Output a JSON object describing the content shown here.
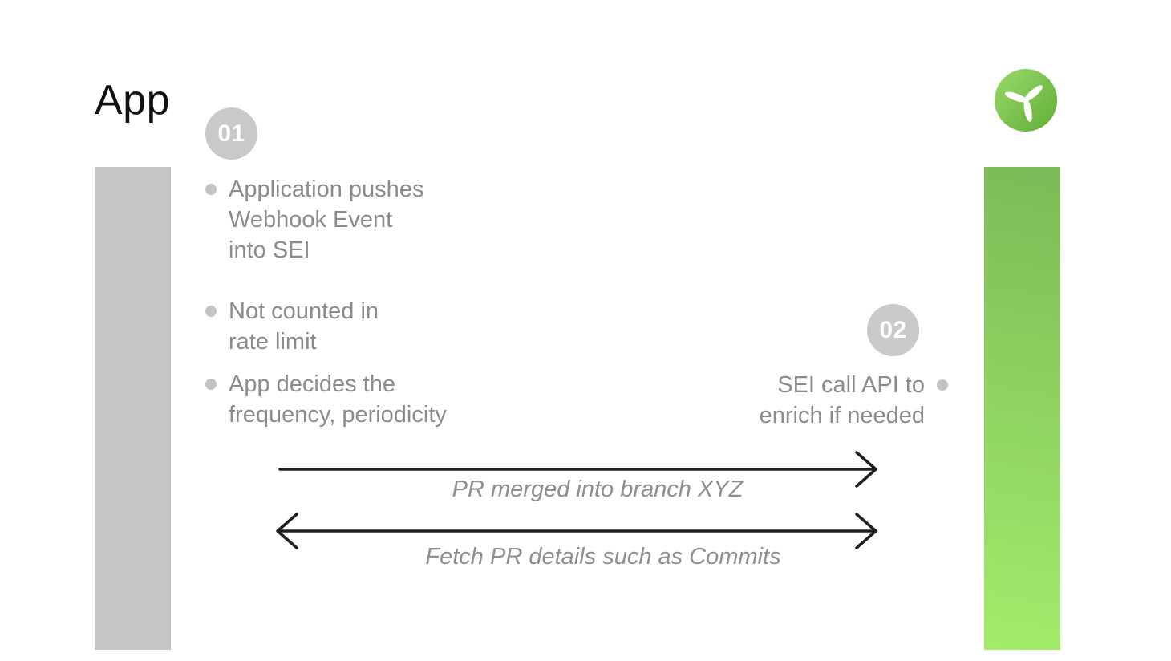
{
  "title": "App",
  "logo": {
    "icon": "propeller-logo"
  },
  "colors": {
    "title_text": "#111111",
    "gray_bar": "#c5c5c5",
    "green_bar_top": "#7cba57",
    "green_bar_bottom": "#a3ec6b",
    "logo_green_light": "#9ada6a",
    "logo_green_dark": "#5fae35",
    "badge_bg": "#c9c9c9",
    "badge_text": "#ffffff",
    "body_text": "#8b8b8b",
    "arrow_stroke": "#1f1f1f",
    "label_text": "#8f8f8f"
  },
  "step1": {
    "badge": "01",
    "bullets": [
      "Application pushes\nWebhook Event\ninto SEI",
      "Not counted in\nrate limit",
      "App decides the\nfrequency, periodicity"
    ]
  },
  "step2": {
    "badge": "02",
    "bullet": "SEI call API to\nenrich if needed"
  },
  "arrows": [
    {
      "label": "PR merged into branch XYZ",
      "direction": "right"
    },
    {
      "label": "Fetch PR details such as Commits",
      "direction": "both"
    }
  ]
}
